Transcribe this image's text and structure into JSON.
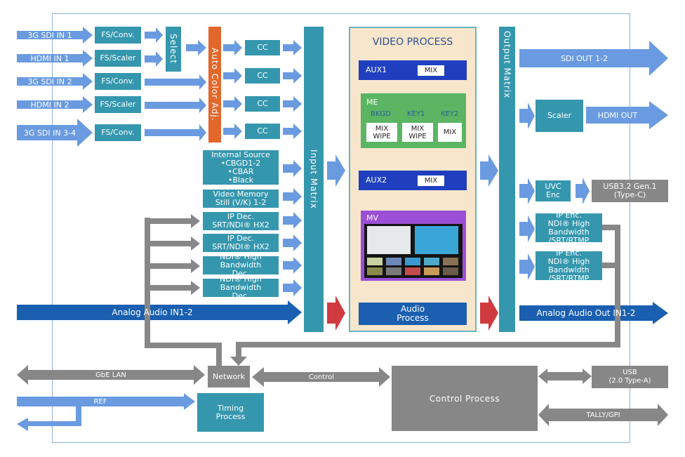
{
  "colors": {
    "input_arrow": "#6a9be0",
    "teal_block": "#3597ae",
    "orange_block": "#e2672a",
    "gray": "#878787",
    "dark_blue_arrow": "#1a5fb0",
    "red_arrow": "#cf3a3f",
    "aux_bar": "#1f3fbf",
    "me_block": "#5bb563",
    "mv_block": "#9a4fd6",
    "video_process_bg": "#f7e6cc"
  },
  "inputs": [
    {
      "label": "3G SDI IN 1",
      "proc": "FS/Conv."
    },
    {
      "label": "HDMI IN 1",
      "proc": "FS/Scaler"
    },
    {
      "label": "3G SDI IN 2",
      "proc": "FS/Conv."
    },
    {
      "label": "HDMI IN 2",
      "proc": "FS/Scaler"
    },
    {
      "label": "3G SDI IN 3-4",
      "proc": "FS/Conv."
    }
  ],
  "select_label": "Select",
  "auto_color_label": "Auto Color Adj.",
  "cc_label": "CC",
  "sources": {
    "internal": {
      "title": "Internal Source",
      "items": [
        "•CBGD1-2",
        "•CBAR",
        "•Black"
      ]
    },
    "video_memory": [
      "Video Memory",
      "Still (V/K) 1-2"
    ],
    "ip_dec_1": [
      "IP Dec.",
      "SRT/NDI® HX2"
    ],
    "ip_dec_2": [
      "IP Dec.",
      "SRT/NDI® HX2"
    ],
    "ndi_dec_1": [
      "NDI® High Bandwidth",
      "Dec."
    ],
    "ndi_dec_2": [
      "NDI® High Bandwidth",
      "Dec."
    ]
  },
  "input_matrix_label": "Input Matrix",
  "output_matrix_label": "Output Matrix",
  "video_process": {
    "title": "VIDEO PROCESS",
    "aux1": {
      "label": "AUX1",
      "mode": "MIX"
    },
    "me": {
      "label": "ME",
      "columns": [
        {
          "label": "BKGD",
          "modes": [
            "MIX",
            "WIPE"
          ]
        },
        {
          "label": "KEY1",
          "modes": [
            "MIX",
            "WIPE"
          ]
        },
        {
          "label": "KEY2",
          "modes": [
            "MIX"
          ]
        }
      ]
    },
    "aux2": {
      "label": "AUX2",
      "mode": "MIX"
    },
    "mv": {
      "label": "MV"
    },
    "audio": [
      "Audio",
      "Process"
    ]
  },
  "outputs": {
    "sdi_out": "SDI OUT 1-2",
    "scaler": "Scaler",
    "hdmi_out": "HDMI OUT",
    "uvc": [
      "UVC",
      "Enc"
    ],
    "usb32": [
      "USB3.2 Gen.1",
      "(Type-C)"
    ],
    "ip_enc_1": [
      "IP Enc.",
      "NDI® High Bandwidth",
      "/SRT/RTMP"
    ],
    "ip_enc_2": [
      "IP Enc.",
      "NDI® High Bandwidth",
      "/SRT/RTMP"
    ]
  },
  "audio_in": "Analog Audio IN1-2",
  "audio_out": "Analog Audio Out IN1-2",
  "bottom": {
    "gbe_lan": "GbE LAN",
    "network": "Network",
    "control": "Control",
    "control_process": "Control Process",
    "usb20": [
      "USB",
      "(2.0 Type-A)"
    ],
    "tally": "TALLY/GPI",
    "ref": "REF",
    "timing": [
      "Timing",
      "Process"
    ]
  }
}
